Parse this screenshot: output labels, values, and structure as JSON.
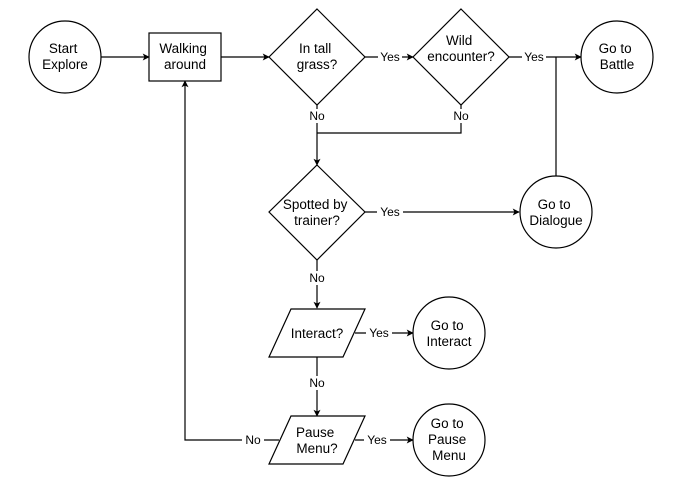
{
  "nodes": {
    "start": {
      "lines": [
        "Start",
        "Explore"
      ]
    },
    "walking": {
      "lines": [
        "Walking",
        "around"
      ]
    },
    "tall_grass": {
      "lines": [
        "In tall",
        "grass?"
      ]
    },
    "wild_encounter": {
      "lines": [
        "Wild",
        "encounter?"
      ]
    },
    "battle": {
      "lines": [
        "Go to",
        "Battle"
      ]
    },
    "spotted": {
      "lines": [
        "Spotted by",
        "trainer?"
      ]
    },
    "dialogue": {
      "lines": [
        "Go to",
        "Dialogue"
      ]
    },
    "interact_q": {
      "lines": [
        "Interact?"
      ]
    },
    "interact": {
      "lines": [
        "Go to",
        "Interact"
      ]
    },
    "pause_q": {
      "lines": [
        "Pause",
        "Menu?"
      ]
    },
    "pause": {
      "lines": [
        "Go to",
        "Pause",
        "Menu"
      ]
    }
  },
  "edge_labels": {
    "grass_yes": "Yes",
    "grass_no": "No",
    "wild_yes": "Yes",
    "wild_no": "No",
    "spotted_yes": "Yes",
    "spotted_no": "No",
    "interact_yes": "Yes",
    "interact_no": "No",
    "pause_yes": "Yes",
    "pause_no": "No"
  }
}
